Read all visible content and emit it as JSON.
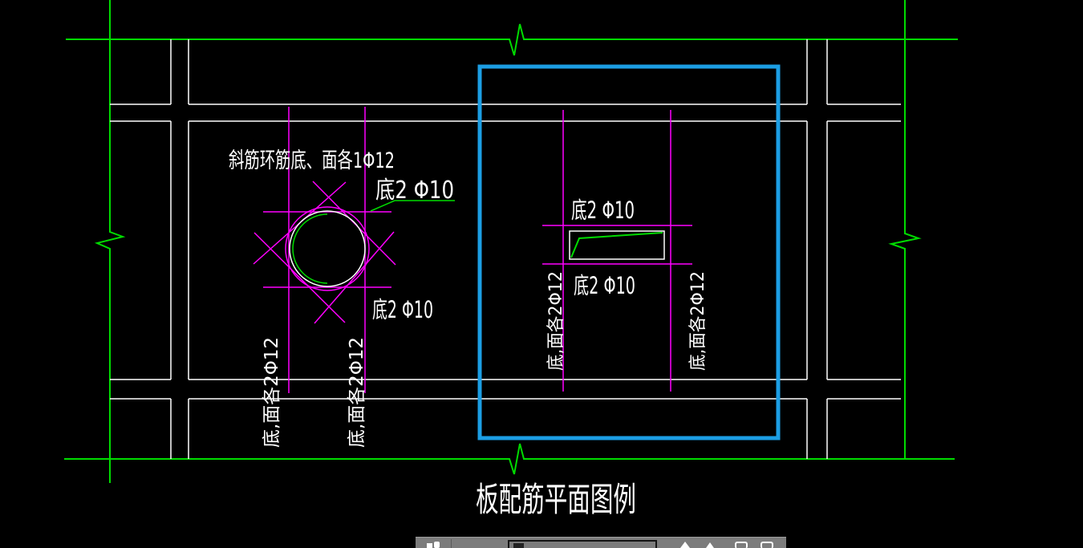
{
  "colors": {
    "background": "#000000",
    "axis_green": "#00DC00",
    "beam_white": "#FFFFFF",
    "rebar_magenta": "#FF00FF",
    "opening_white": "#FFFFFF",
    "highlight_blue": "#1C9EE4",
    "taskbar_gray": "#7C7C7C"
  },
  "drawing": {
    "opening_note": "斜筋环筋底、面各1Φ12",
    "bottom_rebar_label": "底2 Φ10",
    "both_layers_rebar_label": "底,面各2Φ12",
    "title": "板配筋平面图例"
  },
  "taskbar": {
    "icons": [
      {
        "name": "toolbar-glyph-icon"
      },
      {
        "name": "divider"
      },
      {
        "name": "text-field"
      },
      {
        "name": "caret-up-icon"
      },
      {
        "name": "triangle-up-icon"
      },
      {
        "name": "panel-icon"
      },
      {
        "name": "panel-icon-2"
      }
    ]
  }
}
